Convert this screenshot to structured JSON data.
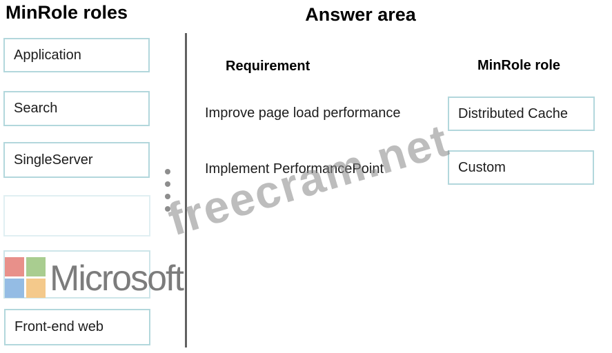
{
  "left": {
    "title": "MinRole roles",
    "boxes": [
      {
        "label": "Application"
      },
      {
        "label": "Search"
      },
      {
        "label": "SingleServer"
      },
      {
        "label": ""
      },
      {
        "label": ""
      },
      {
        "label": "Front-end web"
      }
    ]
  },
  "answer": {
    "title": "Answer area",
    "col_requirement": "Requirement",
    "col_role": "MinRole role",
    "rows": [
      {
        "requirement": "Improve page load performance",
        "role": "Distributed Cache"
      },
      {
        "requirement": "Implement PerformancePoint",
        "role": "Custom"
      }
    ]
  },
  "watermark": {
    "text": "freecram.net"
  },
  "microsoft": {
    "text": "Microsoft"
  },
  "colors": {
    "box-border": "#b2d7dc",
    "box-border-faint": "#e0eff2",
    "box-border-light": "#cde5e9",
    "divider": "#616161",
    "dot": "#8d8d8d",
    "ms-red": "#e8908a",
    "ms-green": "#a9cd90",
    "ms-blue": "#94bce4",
    "ms-orange": "#f4c98b",
    "ms-text": "#7c7c7c",
    "watermark": "rgba(134,134,134,0.55)",
    "text": "#1c1c1c"
  }
}
